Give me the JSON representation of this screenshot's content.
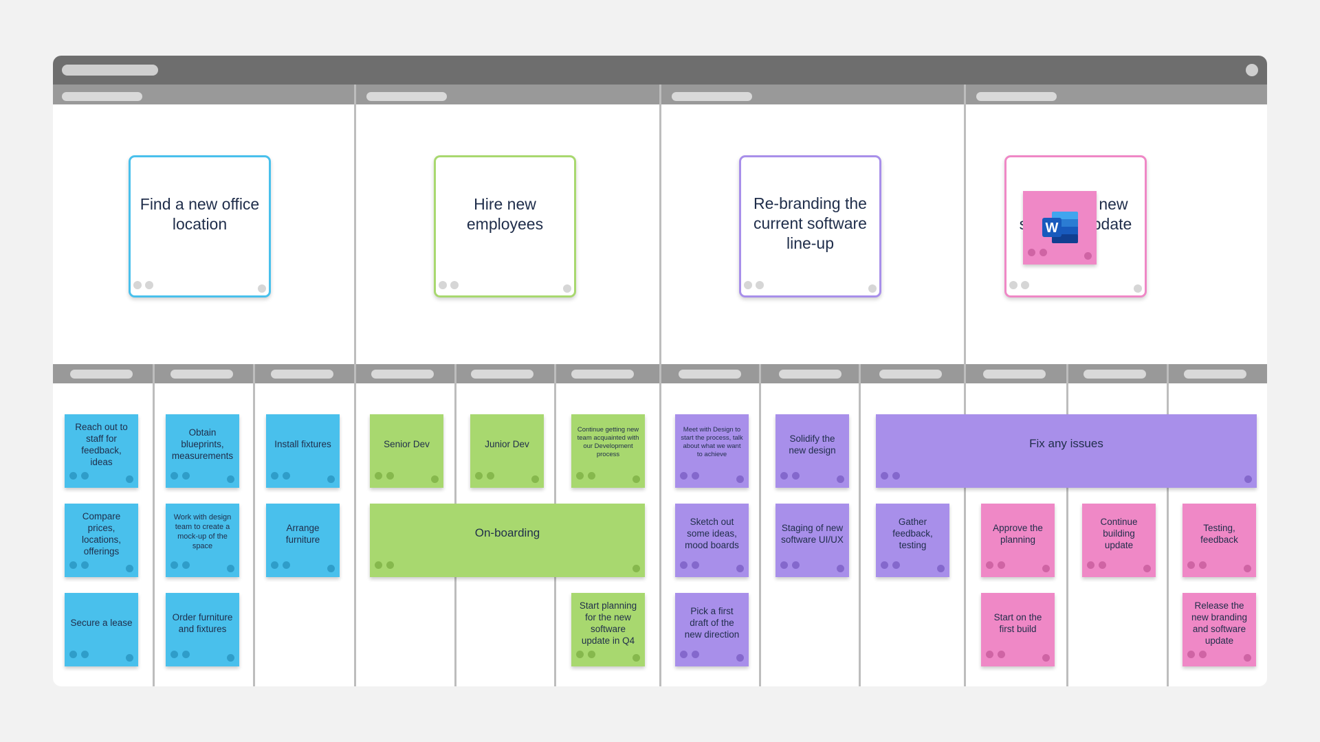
{
  "goals": [
    {
      "text": "Find a new office location",
      "color": "#49c0ec"
    },
    {
      "text": "Hire new employees",
      "color": "#a8d86f"
    },
    {
      "text": "Re-branding the current software line-up",
      "color": "#a88fea"
    },
    {
      "text": "Release a new software update",
      "color": "#ef88c6"
    }
  ],
  "notes": {
    "reach_out": "Reach out to staff for feedback, ideas",
    "compare_prices": "Compare prices, locations, offerings",
    "secure_lease": "Secure a lease",
    "obtain_blueprints": "Obtain blueprints, measurements",
    "work_with_design": "Work with design team to create a mock-up of the space",
    "order_furniture": "Order furniture and fixtures",
    "install_fixtures": "Install fixtures",
    "arrange_furniture": "Arrange furniture",
    "senior_dev": "Senior Dev",
    "junior_dev": "Junior Dev",
    "continue_getting": "Continue getting new team acquainted with our Development process",
    "onboarding": "On-boarding",
    "start_planning": "Start planning for the new software update in Q4",
    "meet_with_design": "Meet with Design to start the process, talk about what we want to achieve",
    "sketch_ideas": "Sketch out some ideas, mood boards",
    "pick_draft": "Pick a first draft of the new direction",
    "solidify_design": "Solidify the new design",
    "staging": "Staging of new software UI/UX",
    "fix_issues": "Fix any issues",
    "gather_feedback": "Gather feedback, testing",
    "approve_planning": "Approve the planning",
    "start_first_build": "Start on the first build",
    "continue_building": "Continue building update",
    "testing_feedback": "Testing, feedback",
    "release_branding": "Release the new branding and software update"
  },
  "icons": {
    "word_app": "microsoft-word-icon",
    "word_letter": "W"
  }
}
